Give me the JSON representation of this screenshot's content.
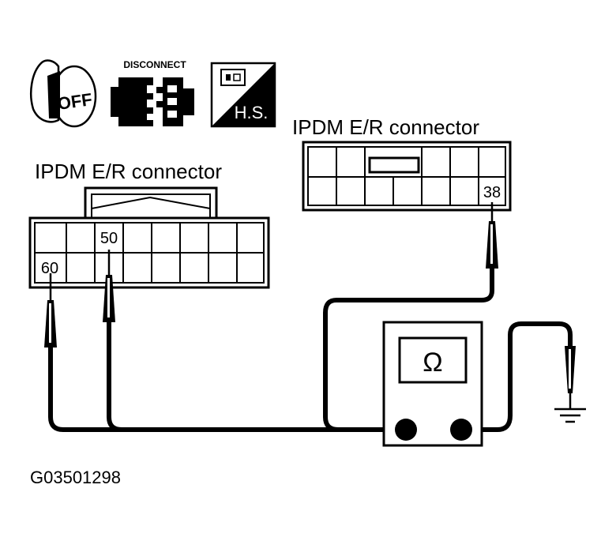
{
  "icons": {
    "ignition": {
      "text": "OFF",
      "icon": "ignition-key-off-icon"
    },
    "disconnect": {
      "text": "DISCONNECT",
      "icon": "connector-disconnect-icon"
    },
    "harness": {
      "text": "H.S.",
      "icon": "harness-connector-icon"
    }
  },
  "connector_left": {
    "title": "IPDM E/R connector",
    "pins": [
      "50",
      "60"
    ]
  },
  "connector_right": {
    "title": "IPDM E/R connector",
    "pins": [
      "38"
    ]
  },
  "meter": {
    "symbol": "Ω",
    "icon": "ohmmeter-icon"
  },
  "ground": {
    "icon": "ground-symbol-icon"
  },
  "figure_id": "G03501298",
  "colors": {
    "line": "#000000",
    "background": "#ffffff"
  }
}
